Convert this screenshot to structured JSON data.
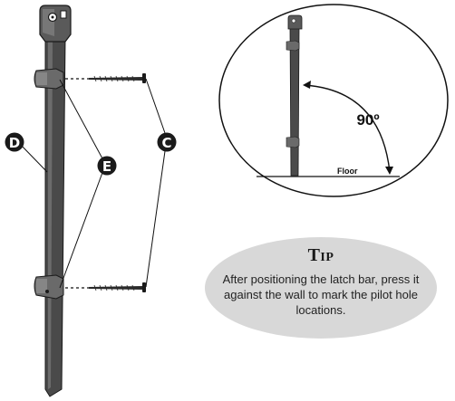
{
  "callouts": {
    "bar": "D",
    "brackets": "E",
    "screws": "C"
  },
  "inset": {
    "angle_label": "90º",
    "floor_label": "Floor"
  },
  "tip": {
    "title": "Tip",
    "body": "After positioning the latch bar, press it against the wall to mark the pilot hole locations."
  },
  "colors": {
    "bar": "#4a4a4a",
    "bar_highlight": "#7a7a7a",
    "callout_fill": "#1a1a1a",
    "tip_background": "#d8d8d8",
    "line": "#111111"
  }
}
